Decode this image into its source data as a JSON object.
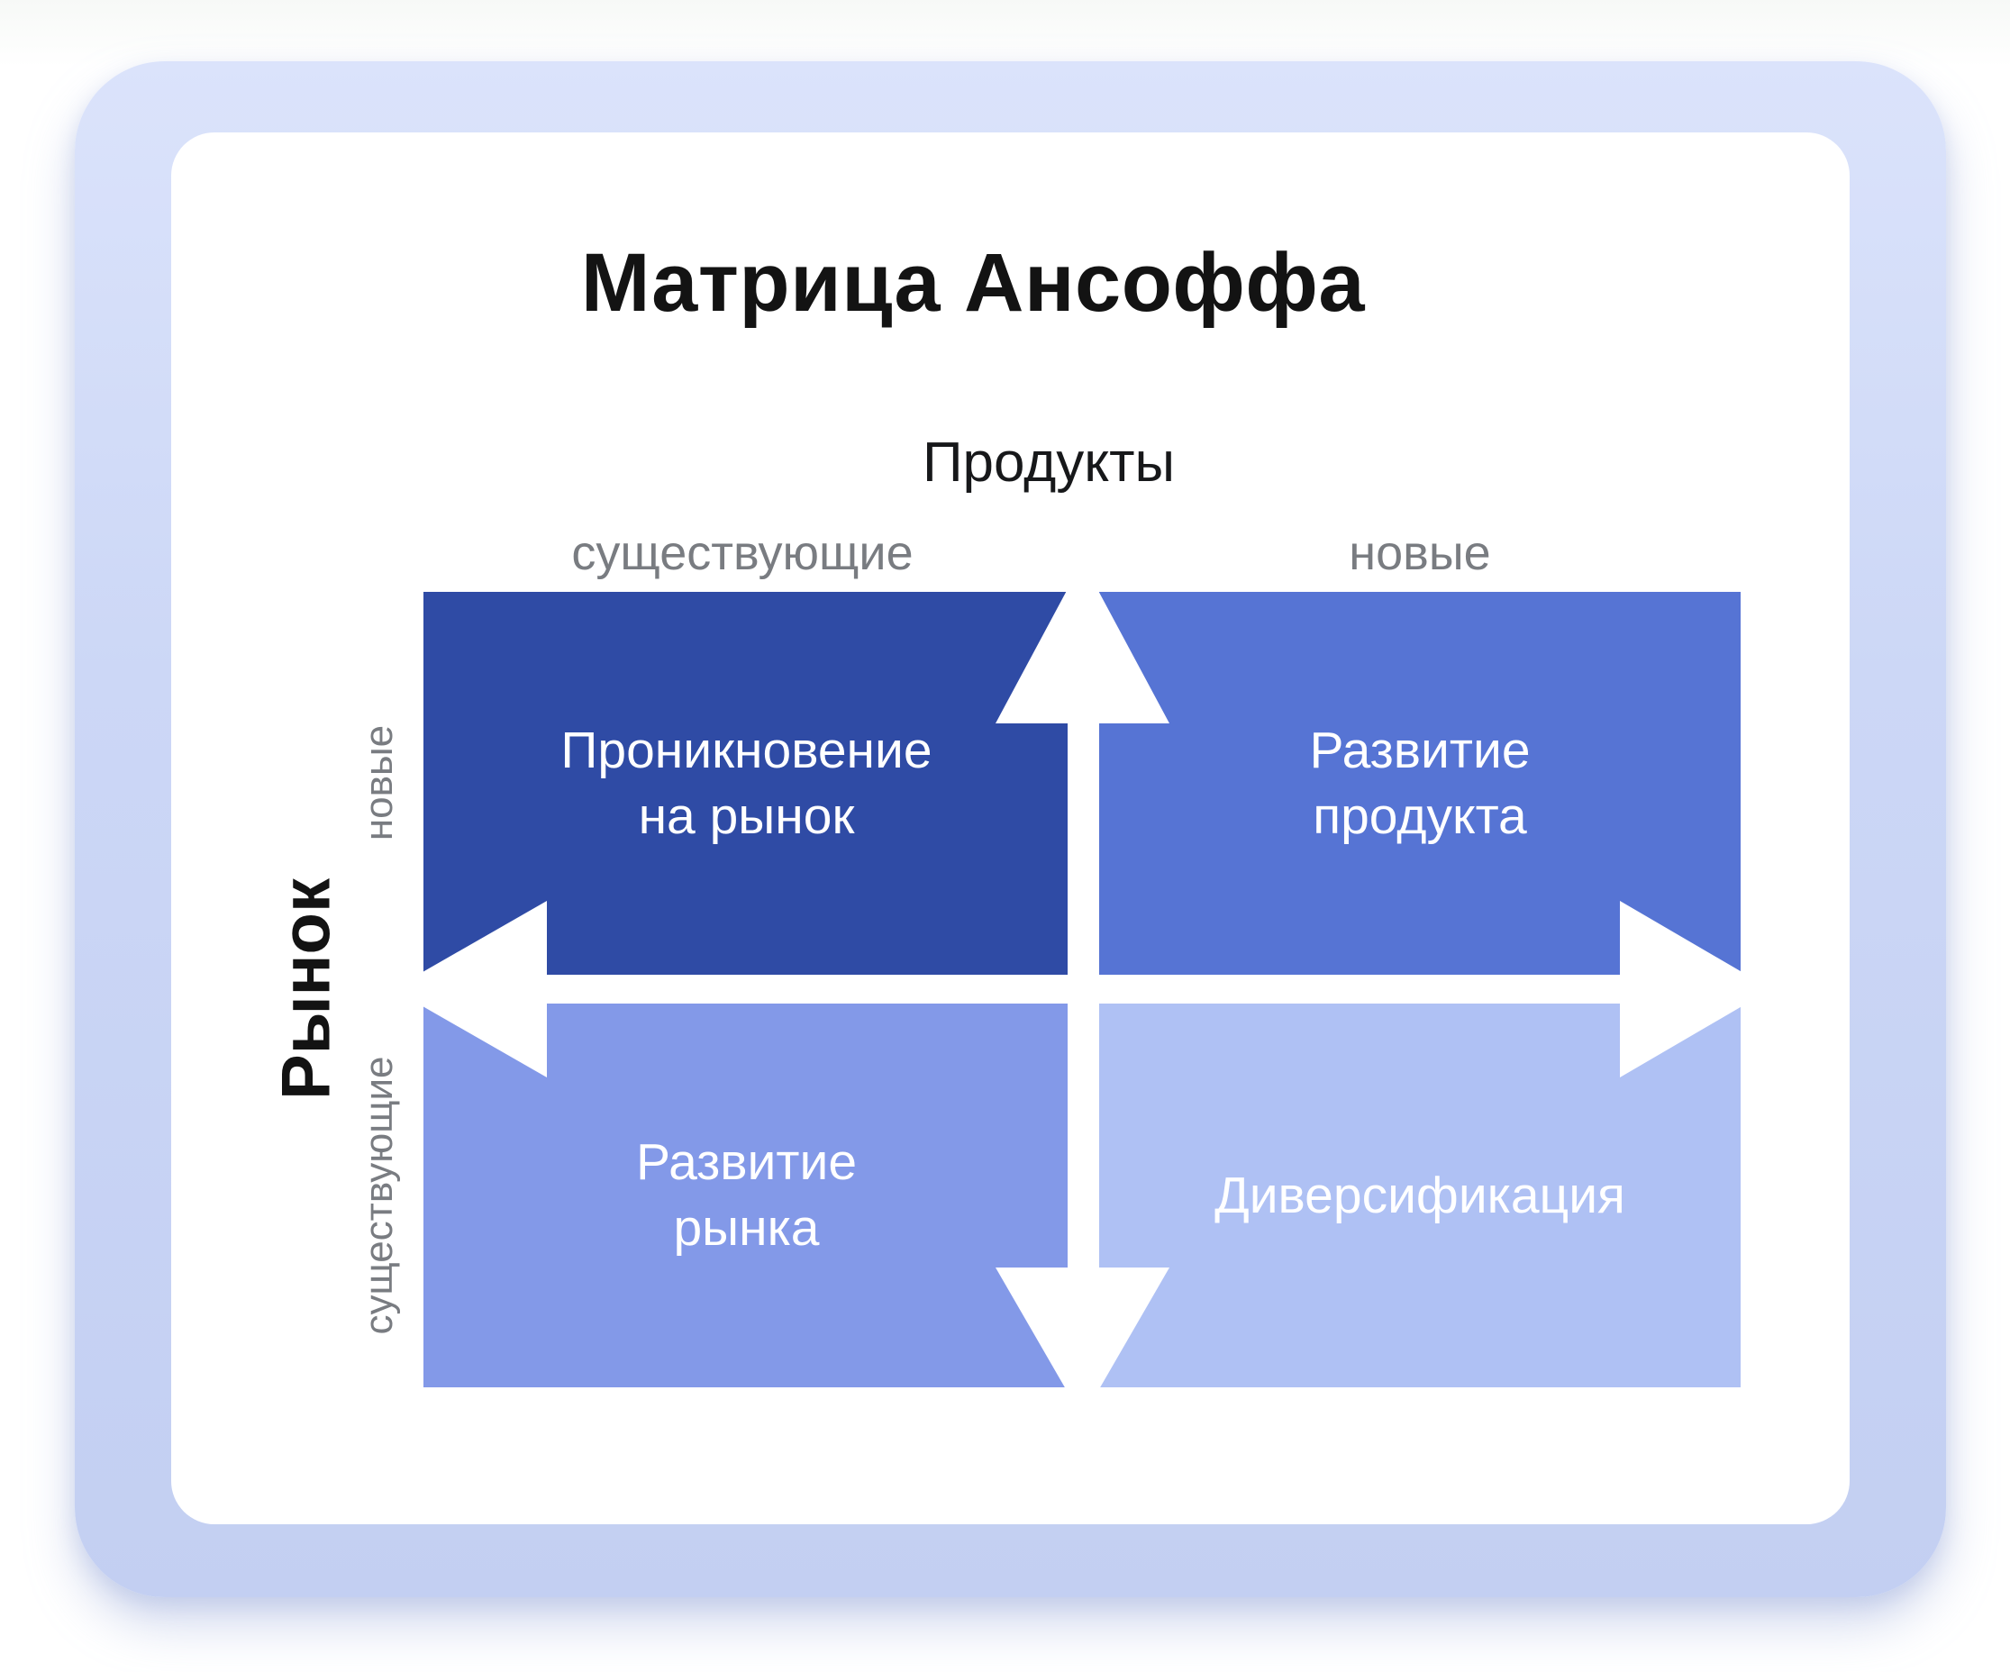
{
  "title": "Матрица Ансоффа",
  "axes": {
    "products": {
      "label": "Продукты",
      "existing_label": "существующие",
      "new_label": "новые"
    },
    "market": {
      "label": "Рынок",
      "new_label": "новые",
      "existing_label": "существующие"
    }
  },
  "quadrants": [
    {
      "id": "market-penetration",
      "label": "Проникновение\nна рынок",
      "color": "#2F4BA5"
    },
    {
      "id": "product-development",
      "label": "Развитие\nпродукта",
      "color": "#5674D4"
    },
    {
      "id": "market-development",
      "label": "Развитие\nрынка",
      "color": "#8399E8"
    },
    {
      "id": "diversification",
      "label": "Диверсификация",
      "color": "#AFC1F4"
    }
  ],
  "colors": {
    "frame": "#CCD7F6",
    "panel": "#FFFFFF",
    "arrow": "#FFFFFF",
    "muted_label": "#797C81",
    "text": "#131313"
  }
}
